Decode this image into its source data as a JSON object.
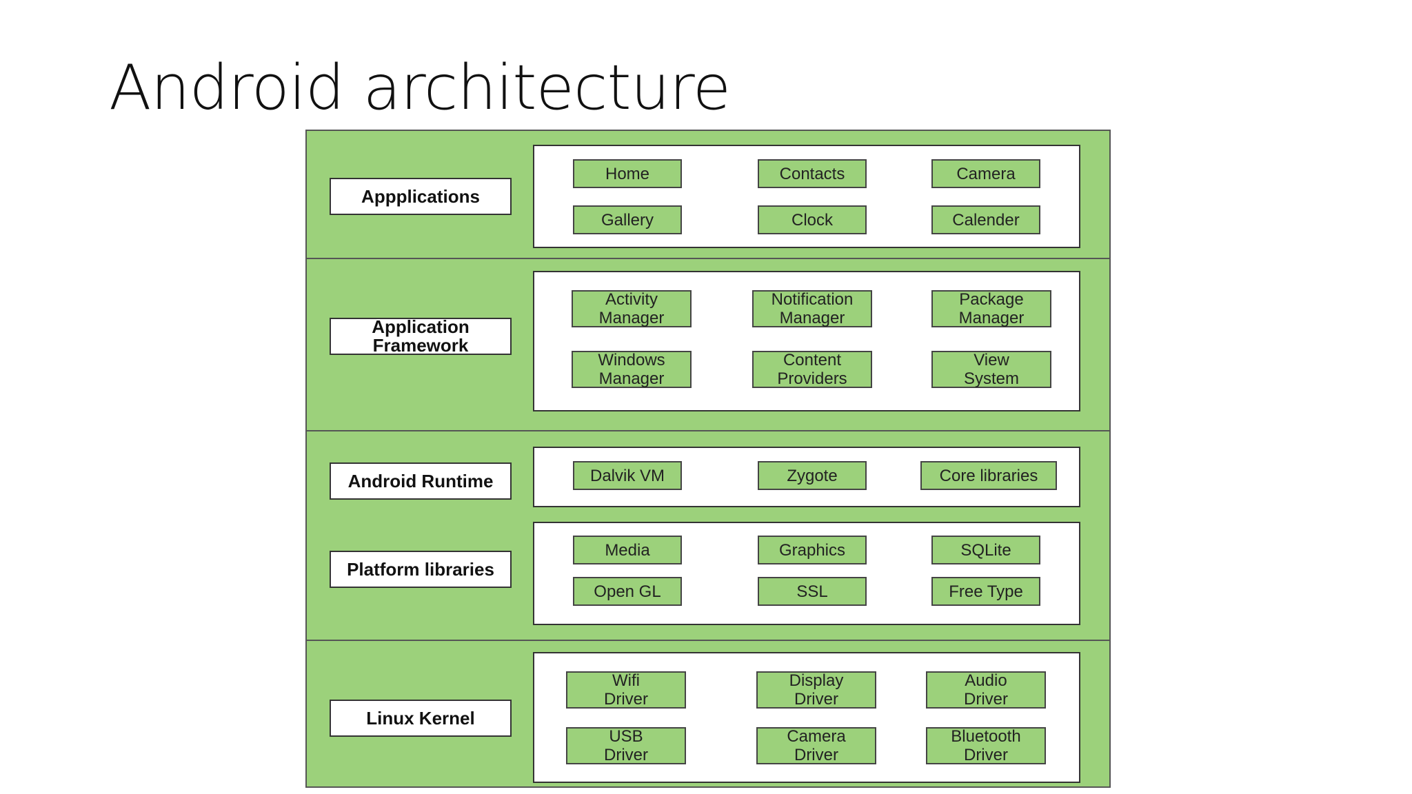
{
  "title": "Android architecture",
  "layers": {
    "applications": {
      "label": "Appplications",
      "items": [
        "Home",
        "Contacts",
        "Camera",
        "Gallery",
        "Clock",
        "Calender"
      ]
    },
    "framework": {
      "label": "Application\nFramework",
      "items": [
        "Activity\nManager",
        "Notification\nManager",
        "Package\nManager",
        "Windows\nManager",
        "Content\nProviders",
        "View\nSystem"
      ]
    },
    "runtime": {
      "label": "Android Runtime",
      "items": [
        "Dalvik VM",
        "Zygote",
        "Core libraries"
      ]
    },
    "platform": {
      "label": "Platform libraries",
      "items": [
        "Media",
        "Graphics",
        "SQLite",
        "Open GL",
        "SSL",
        "Free Type"
      ]
    },
    "kernel": {
      "label": "Linux Kernel",
      "items": [
        "Wifi\nDriver",
        "Display\nDriver",
        "Audio\nDriver",
        "USB\nDriver",
        "Camera\nDriver",
        "Bluetooth\nDriver"
      ]
    }
  },
  "colors": {
    "layer_fill": "#9cd17b",
    "panel_fill": "#ffffff",
    "border": "#333333"
  }
}
